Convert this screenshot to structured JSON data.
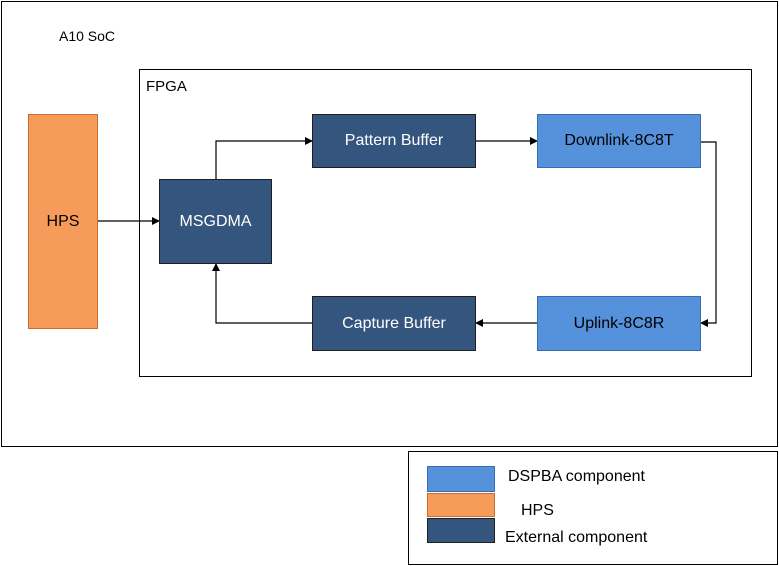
{
  "soc": {
    "label": "A10 SoC"
  },
  "fpga": {
    "label": "FPGA"
  },
  "blocks": {
    "hps": "HPS",
    "msgdma": "MSGDMA",
    "pattern_buffer": "Pattern Buffer",
    "capture_buffer": "Capture Buffer",
    "downlink": "Downlink-8C8T",
    "uplink": "Uplink-8C8R"
  },
  "legend": {
    "dspba": "DSPBA component",
    "hps": "HPS",
    "external": "External component"
  },
  "colors": {
    "dspba": "#5592db",
    "hps": "#f79b5a",
    "external": "#34557d"
  }
}
